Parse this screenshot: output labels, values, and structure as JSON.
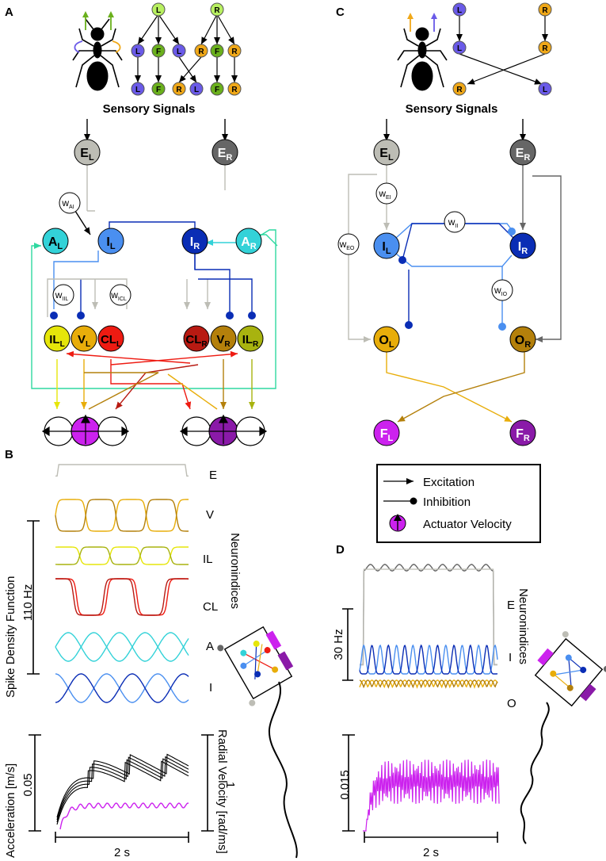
{
  "panels": {
    "a": "A",
    "b": "B",
    "c": "C",
    "d": "D"
  },
  "sensory": "Sensory Signals",
  "tree_a": {
    "top": [
      "L",
      "R"
    ],
    "mid": [
      "L",
      "F",
      "L",
      "R",
      "F",
      "R"
    ],
    "bot": [
      "L",
      "F",
      "R",
      "L",
      "F",
      "R"
    ]
  },
  "tree_c": {
    "col_l": [
      "L",
      "L",
      "R"
    ],
    "col_r": [
      "R",
      "R",
      "L"
    ]
  },
  "nodes_a": {
    "el": {
      "main": "E",
      "sub": "L"
    },
    "er": {
      "main": "E",
      "sub": "R"
    },
    "al": {
      "main": "A",
      "sub": "L"
    },
    "il": {
      "main": "I",
      "sub": "L"
    },
    "ir": {
      "main": "I",
      "sub": "R"
    },
    "ar": {
      "main": "A",
      "sub": "R"
    },
    "ill": {
      "main": "IL",
      "sub": "L"
    },
    "vl": {
      "main": "V",
      "sub": "L"
    },
    "cll": {
      "main": "CL",
      "sub": "L"
    },
    "clr": {
      "main": "CL",
      "sub": "R"
    },
    "vr": {
      "main": "V",
      "sub": "R"
    },
    "ilr": {
      "main": "IL",
      "sub": "R"
    }
  },
  "weights_a": {
    "wai": {
      "main": "w",
      "sub": "AI"
    },
    "wiil": {
      "main": "w",
      "sub": "IIL"
    },
    "wicl": {
      "main": "w",
      "sub": "ICL"
    }
  },
  "nodes_c": {
    "el": {
      "main": "E",
      "sub": "L"
    },
    "er": {
      "main": "E",
      "sub": "R"
    },
    "il": {
      "main": "I",
      "sub": "L"
    },
    "ir": {
      "main": "I",
      "sub": "R"
    },
    "ol": {
      "main": "O",
      "sub": "L"
    },
    "or": {
      "main": "O",
      "sub": "R"
    },
    "fl": {
      "main": "F",
      "sub": "L"
    },
    "fr": {
      "main": "F",
      "sub": "R"
    }
  },
  "weights_c": {
    "wei": {
      "main": "w",
      "sub": "EI"
    },
    "weo": {
      "main": "w",
      "sub": "EO"
    },
    "wii": {
      "main": "w",
      "sub": "II"
    },
    "wio": {
      "main": "w",
      "sub": "IO"
    }
  },
  "legend": {
    "excitation": "Excitation",
    "inhibition": "Inhibition",
    "actuator": "Actuator Velocity"
  },
  "panel_b": {
    "ylabel": "Spike Density Function",
    "scale": "110 Hz",
    "neuron_label": "Neuronindices",
    "traces": [
      "E",
      "V",
      "IL",
      "CL",
      "A",
      "I"
    ],
    "acc_label": "Acceleration [m/s]",
    "acc_tick": "0.05",
    "rad_label": "Radial Velocity [rad/ms]",
    "rad_tick": "1",
    "time": "2 s"
  },
  "panel_d": {
    "scale": "30 Hz",
    "neuron_label": "Neuronindices",
    "traces": [
      "E",
      "I",
      "O"
    ],
    "tick": "0.015",
    "time": "2 s"
  },
  "colors": {
    "black": "#000000",
    "grey_l": "#bdbdb5",
    "grey_r": "#666666",
    "cyan": "#33d2d8",
    "blue_l": "#4a8ff0",
    "blue_r": "#0a2db5",
    "yellow": "#e6e60a",
    "gold": "#e8ad0a",
    "red": "#ee1b12",
    "darkred": "#b81a12",
    "darkgold": "#b4800b",
    "olive": "#a8b30f",
    "magenta": "#cc22ee",
    "purple": "#8a1aa8",
    "green": "#6ab01c",
    "lime": "#b8f060",
    "orange": "#f0a818",
    "violet": "#6a5ae8",
    "teal": "#2fd8a0"
  }
}
